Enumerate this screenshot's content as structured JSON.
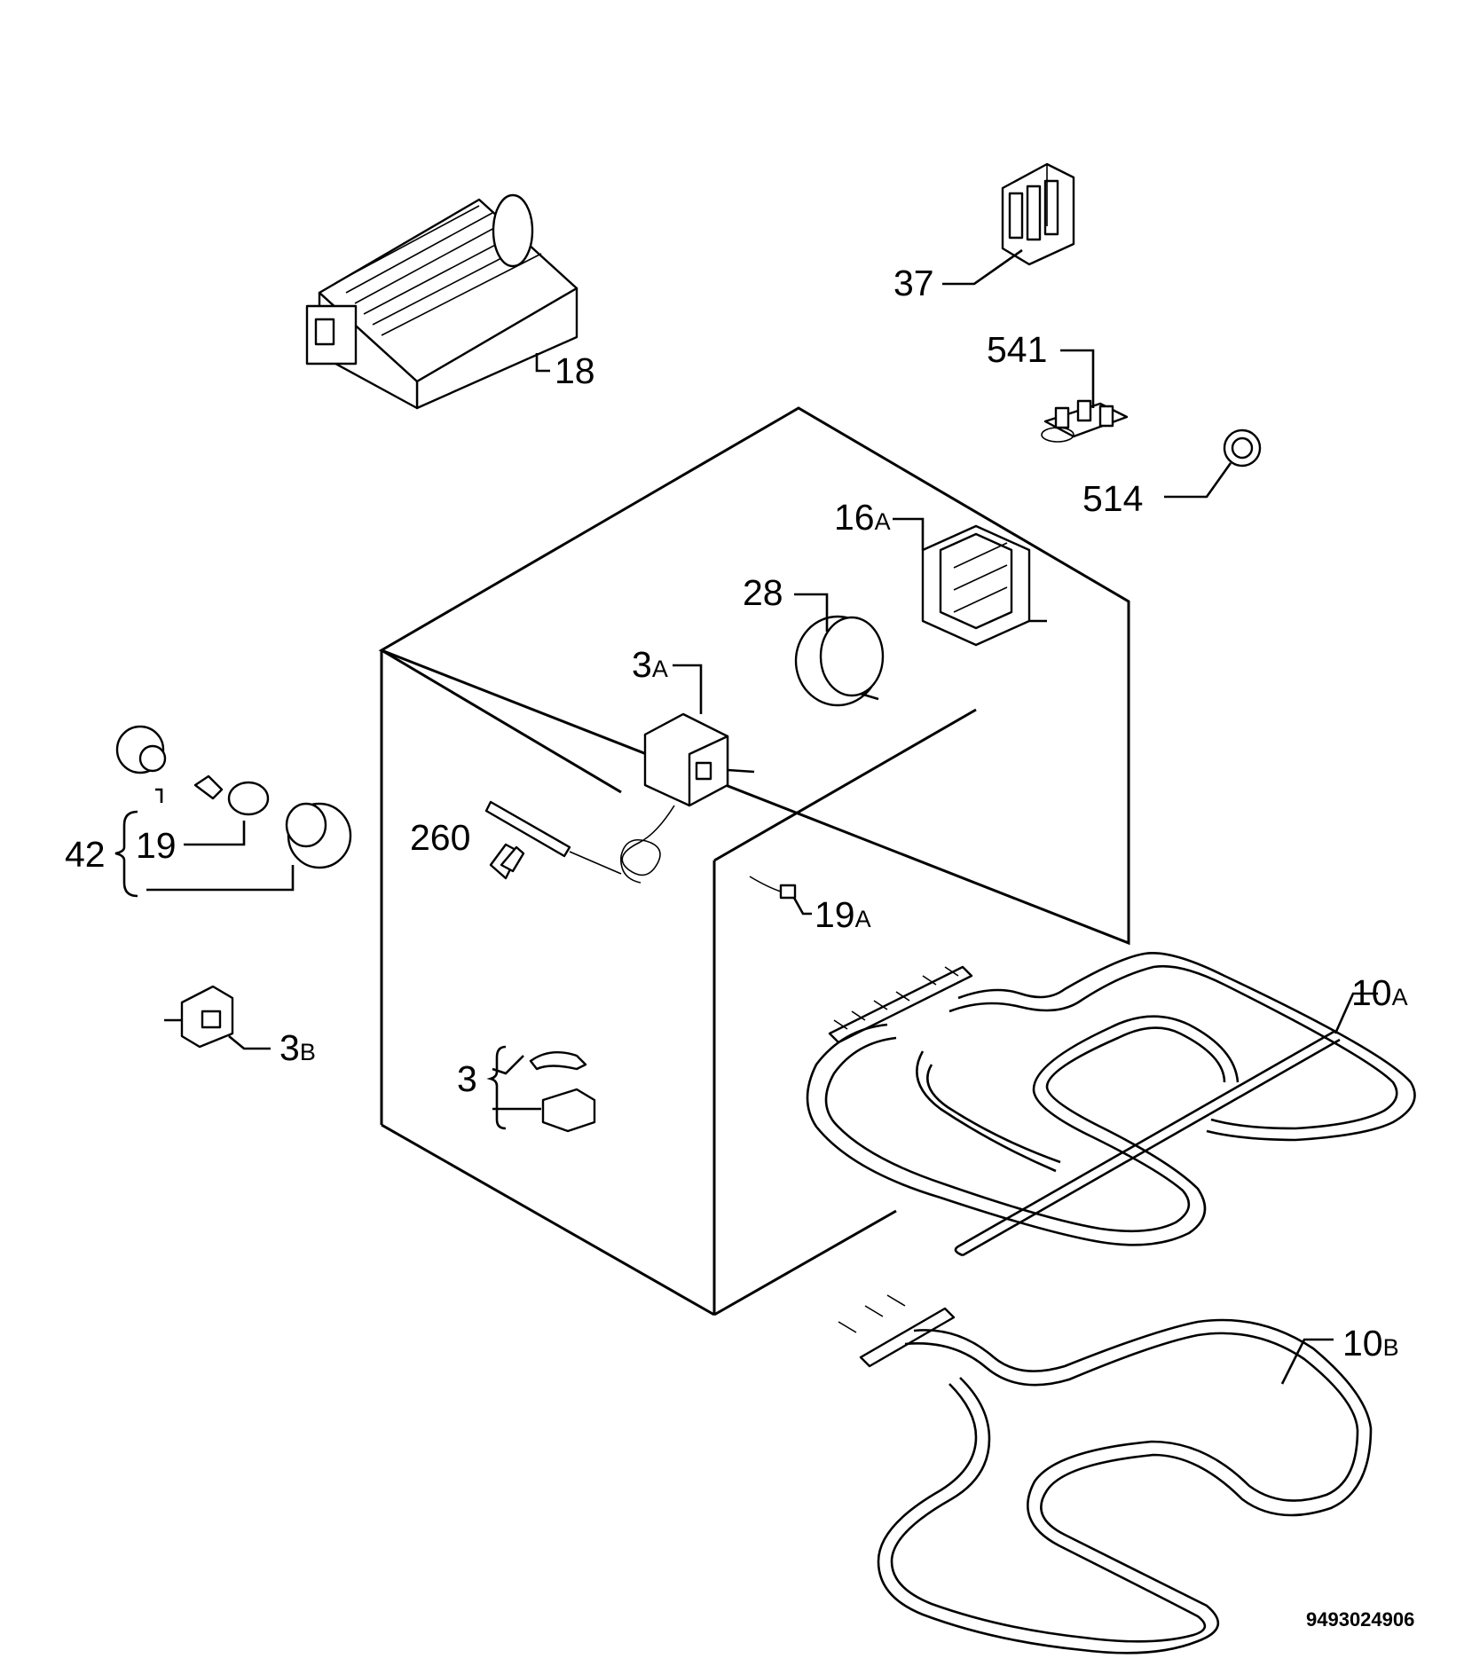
{
  "labels": {
    "l18": "18",
    "l37": "37",
    "l541": "541",
    "l514": "514",
    "l16": "16",
    "l16s": "A",
    "l28": "28",
    "l3a": "3",
    "l3as": "A",
    "l42": "42",
    "l19": "19",
    "l260": "260",
    "l19a": "19",
    "l19as": "A",
    "l10a": "10",
    "l10as": "A",
    "l3b": "3",
    "l3bs": "B",
    "l3": "3",
    "l10b": "10",
    "l10bs": "B"
  },
  "doc_number": "9493024906"
}
